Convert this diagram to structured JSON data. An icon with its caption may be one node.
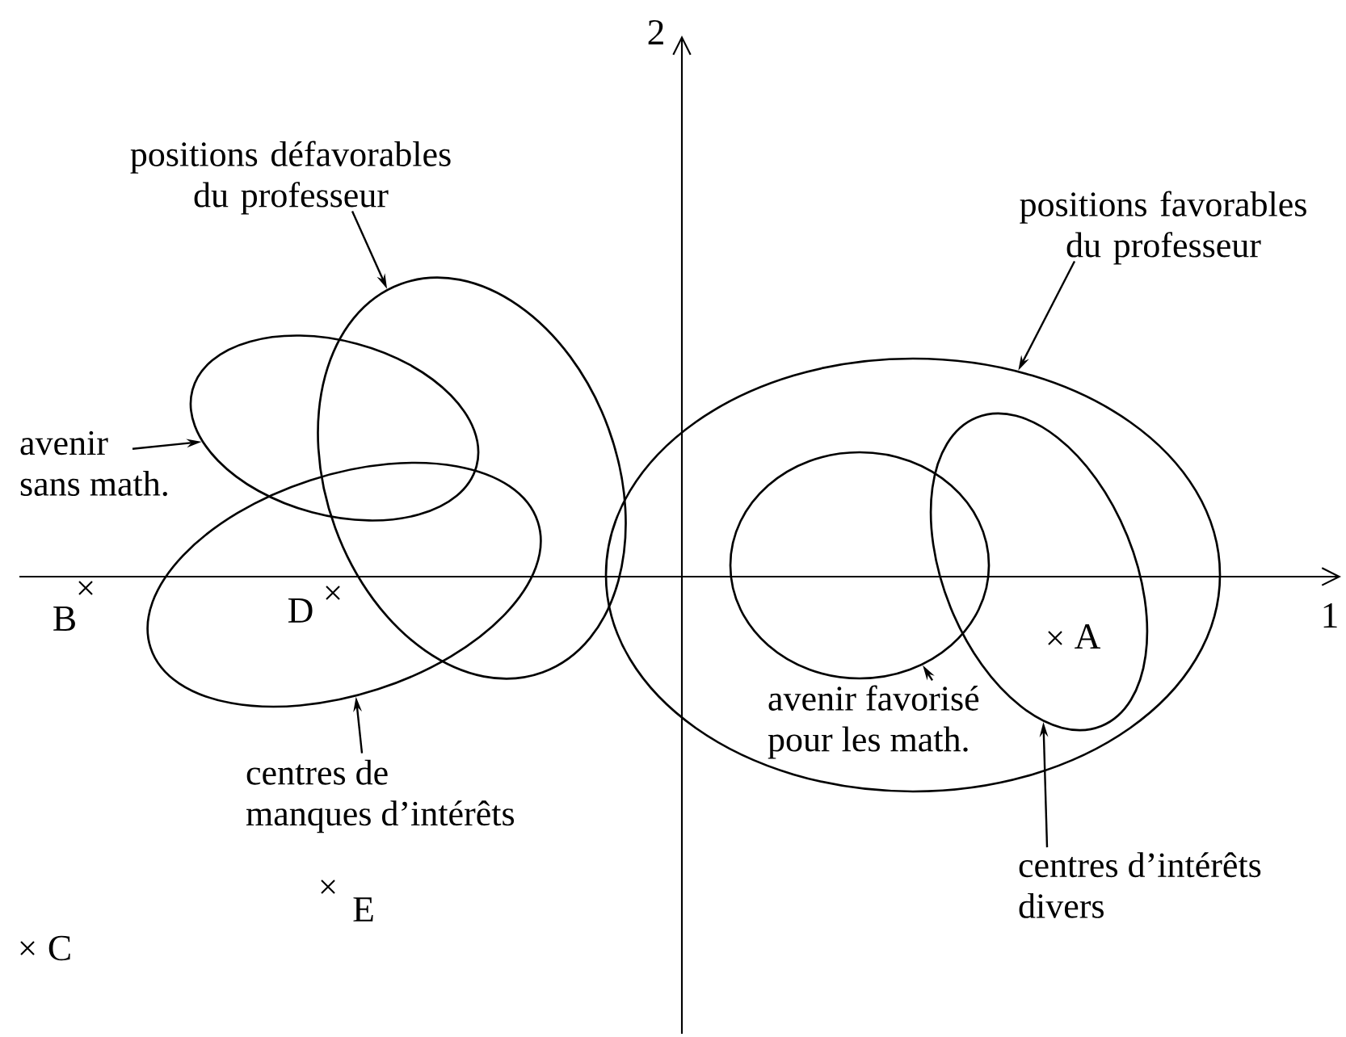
{
  "diagram": {
    "nodes": [
      {
        "text": [
          "positions défavorables du professeur"
        ]
      },
      {
        "text": [
          "positions favorables du professeur"
        ]
      },
      {
        "text": [
          "avenir sans math."
        ]
      },
      {
        "text": [
          "centres de manques d’intérêts"
        ]
      },
      {
        "text": [
          "avenir favorisé pour les math."
        ],
        "in": 9
      },
      {
        "text": [
          "centres d’intérêts divers"
        ]
      },
      {
        "text": [],
        "shape": "ellipse"
      },
      {
        "text": [],
        "shape": "ellipse"
      },
      {
        "text": [],
        "shape": "ellipse"
      },
      {
        "text": [],
        "shape": "ellipse"
      },
      {
        "text": [],
        "shape": "ellipse",
        "in": 9
      },
      {
        "text": [],
        "shape": "ellipse",
        "in": 9
      }
    ],
    "edges": [
      {
        "from": 0,
        "to": 8,
        "arrow": "to"
      },
      {
        "from": 1,
        "to": 9,
        "arrow": "to"
      },
      {
        "from": 2,
        "to": 6,
        "arrow": "to"
      },
      {
        "from": 3,
        "to": 7,
        "arrow": "to"
      },
      {
        "from": 4,
        "to": 10,
        "arrow": "to"
      },
      {
        "from": 5,
        "to": 11,
        "arrow": "to"
      }
    ],
    "labels": [
      "2",
      "1",
      "B",
      "D",
      "A",
      "E",
      "C"
    ]
  }
}
